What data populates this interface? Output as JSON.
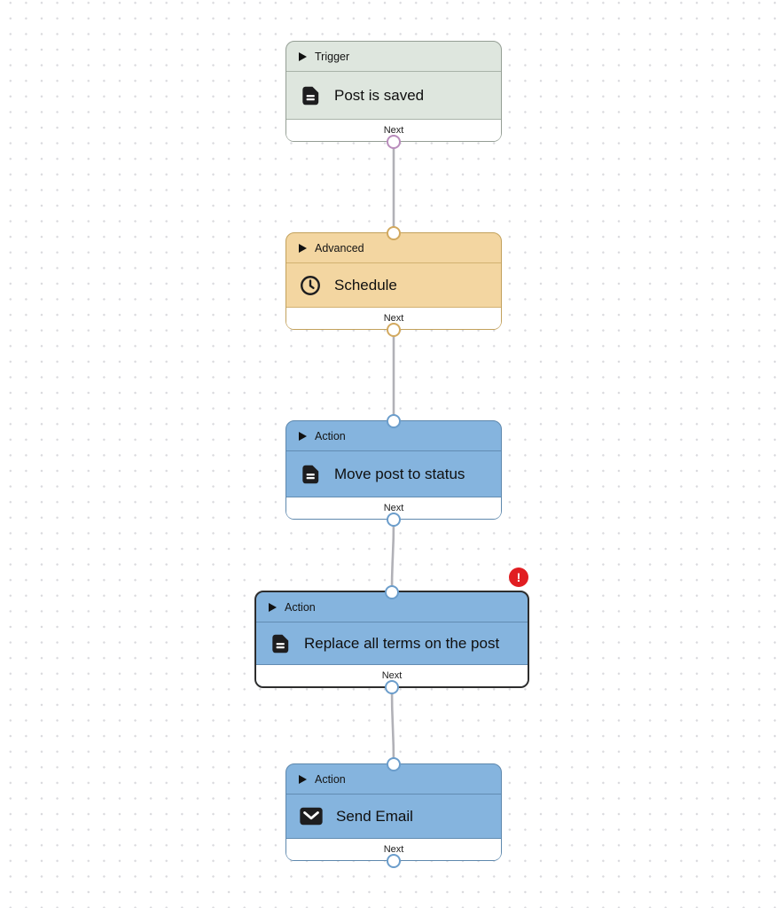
{
  "workflow": {
    "nodes": [
      {
        "type": "trigger",
        "category": "Trigger",
        "title": "Post is saved",
        "footer_label": "Next",
        "icon": "document-icon"
      },
      {
        "type": "advanced",
        "category": "Advanced",
        "title": "Schedule",
        "footer_label": "Next",
        "icon": "clock-icon"
      },
      {
        "type": "action",
        "category": "Action",
        "title": "Move post to status",
        "footer_label": "Next",
        "icon": "document-icon"
      },
      {
        "type": "action",
        "category": "Action",
        "title": "Replace all terms on the post",
        "footer_label": "Next",
        "icon": "document-icon",
        "selected": true,
        "has_error": true
      },
      {
        "type": "action",
        "category": "Action",
        "title": "Send Email",
        "footer_label": "Next",
        "icon": "mail-icon"
      }
    ],
    "error_badge": {
      "glyph": "!"
    },
    "colors": {
      "trigger_bg": "#dee6de",
      "advanced_bg": "#f3d6a1",
      "action_bg": "#85b4de",
      "trigger_handle": "#b98cbc",
      "advanced_handle": "#d2a95f",
      "action_handle": "#6b9dcb",
      "edge": "#b1b1b7",
      "error_red": "#e11d21",
      "selected_border": "#2d2d2d",
      "grid_dot": "#d9d9dd"
    }
  }
}
